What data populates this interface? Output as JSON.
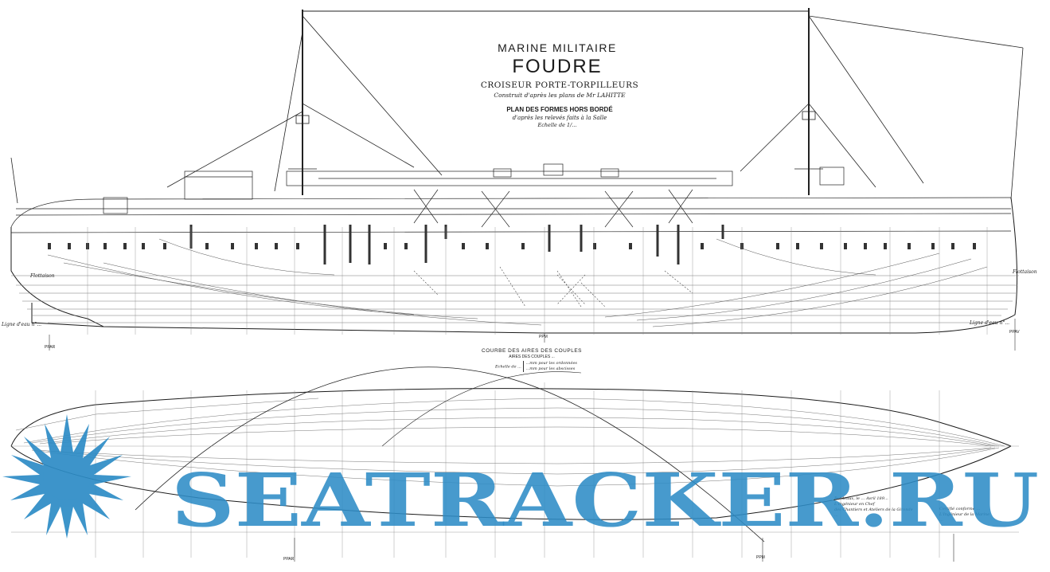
{
  "title_block": {
    "organization": "MARINE MILITAIRE",
    "ship_name": "FOUDRE",
    "ship_type": "CROISEUR PORTE-TORPILLEURS",
    "built_after": "Construit d'après les plans de Mr LAHITTE",
    "plan_title": "PLAN DES FORMES HORS BORDÉ",
    "plan_subtitle": "d'après les relevés faits à la Salle",
    "scale": "Echelle de 1/..."
  },
  "profile_labels": {
    "flottaison_left": "Flottaison",
    "flottaison_right": "Flottaison",
    "waterline_left": "Ligne d'eau n°...",
    "waterline_right": "Ligne d'eau n°...",
    "station_aft": "PPAR",
    "station_mid": "PPM",
    "station_fwd": "PPAV"
  },
  "curve_block": {
    "title": "COURBE DES AIRES DES COUPLES",
    "subtitle": "AIRES DES COUPLES ...",
    "scale_label": "Echelle de ...",
    "scale_line1": "...mm pour les ordonnées",
    "scale_line2": "...mm pour les abscisses"
  },
  "plan_labels": {
    "station_aft": "PPAR",
    "station_mid": "PPM"
  },
  "signatures": {
    "left": [
      "Bordeaux, le ... Avril 189...",
      "L'Ingénieur en Chef",
      "des Chantiers et Ateliers de la Gironde",
      "..."
    ],
    "right": [
      "Certifié conforme ...",
      "L'Ingénieur de la Marine",
      "..."
    ]
  },
  "watermark": {
    "text": "SEATRACKER.RU",
    "color": "#2d8cc6",
    "logo": "sunburst-logo-icon"
  }
}
